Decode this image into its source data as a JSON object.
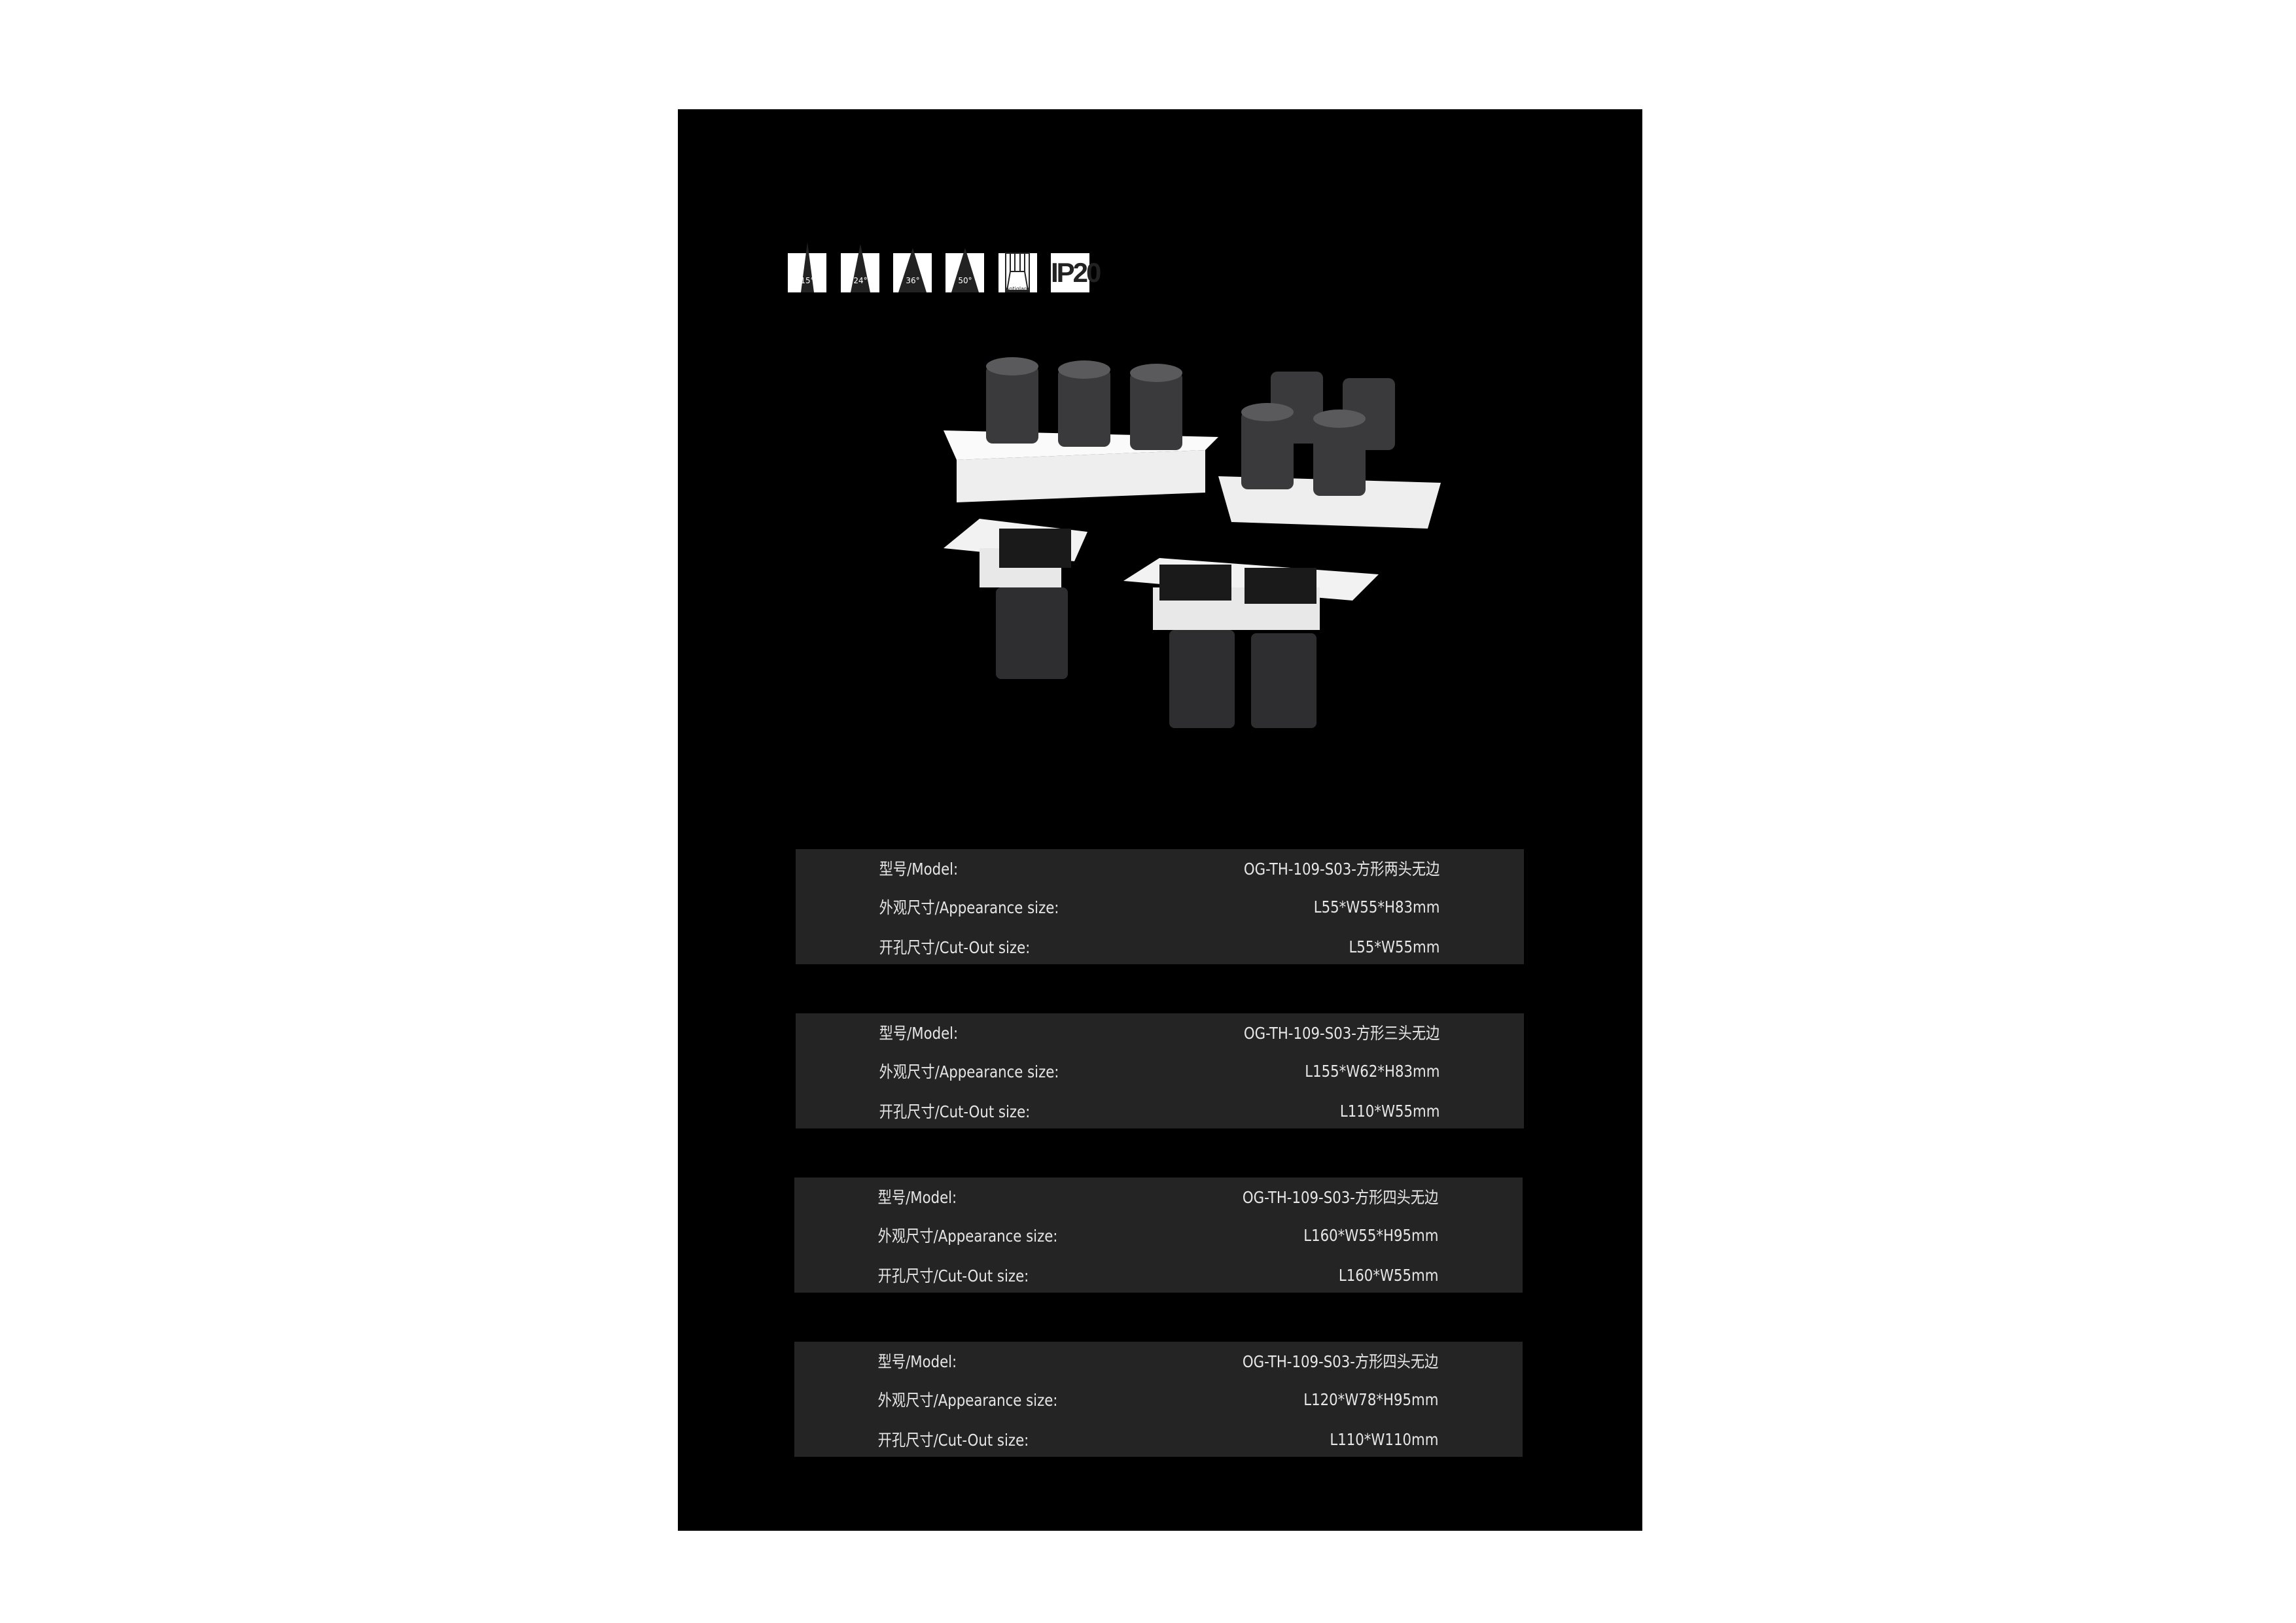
{
  "icons": [
    {
      "name": "beam-angle-15-icon",
      "label": "15°"
    },
    {
      "name": "beam-angle-24-icon",
      "label": "24°"
    },
    {
      "name": "beam-angle-36-icon",
      "label": "36°"
    },
    {
      "name": "beam-angle-50-icon",
      "label": "50°"
    },
    {
      "name": "antiglare-icon",
      "label": "Antiglare"
    },
    {
      "name": "ip-rating-icon",
      "label": "IP20"
    }
  ],
  "specs": [
    {
      "model_label": "型号/Model:",
      "model": "OG-TH-109-S03-方形两头无边",
      "size_label": "外观尺寸/Appearance size:",
      "size": "L55*W55*H83mm",
      "cut_label": "开孔尺寸/Cut-Out size:",
      "cut": "L55*W55mm"
    },
    {
      "model_label": "型号/Model:",
      "model": "OG-TH-109-S03-方形三头无边",
      "size_label": "外观尺寸/Appearance size:",
      "size": "L155*W62*H83mm",
      "cut_label": "开孔尺寸/Cut-Out size:",
      "cut": "L110*W55mm"
    },
    {
      "model_label": "型号/Model:",
      "model": "OG-TH-109-S03-方形四头无边",
      "size_label": "外观尺寸/Appearance size:",
      "size": "L160*W55*H95mm",
      "cut_label": "开孔尺寸/Cut-Out size:",
      "cut": "L160*W55mm"
    },
    {
      "model_label": "型号/Model:",
      "model": "OG-TH-109-S03-方形四头无边",
      "size_label": "外观尺寸/Appearance size:",
      "size": "L120*W78*H95mm",
      "cut_label": "开孔尺寸/Cut-Out size:",
      "cut": "L110*W110mm"
    }
  ]
}
